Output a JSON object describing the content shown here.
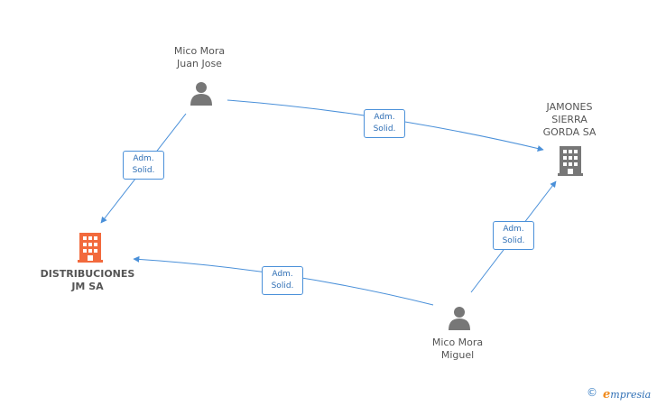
{
  "nodes": {
    "juan_jose": {
      "label": "Mico Mora\nJuan Jose",
      "type": "person"
    },
    "jamones": {
      "label": "JAMONES\nSIERRA\nGORDA SA",
      "type": "company"
    },
    "distribuciones": {
      "label": "DISTRIBUCIONES\nJM SA",
      "type": "company-main"
    },
    "miguel": {
      "label": "Mico Mora\nMiguel",
      "type": "person"
    }
  },
  "edges": [
    {
      "from": "juan_jose",
      "to": "jamones",
      "label_line1": "Adm.",
      "label_line2": "Solid."
    },
    {
      "from": "juan_jose",
      "to": "distribuciones",
      "label_line1": "Adm.",
      "label_line2": "Solid."
    },
    {
      "from": "miguel",
      "to": "jamones",
      "label_line1": "Adm.",
      "label_line2": "Solid."
    },
    {
      "from": "miguel",
      "to": "distribuciones",
      "label_line1": "Adm.",
      "label_line2": "Solid."
    }
  ],
  "colors": {
    "edge": "#4a90d9",
    "person_icon": "#777777",
    "company_icon": "#777777",
    "main_company_icon": "#f26a3d"
  },
  "footer": {
    "copyright_symbol": "©",
    "brand_initial": "e",
    "brand_rest": "mpresia"
  }
}
